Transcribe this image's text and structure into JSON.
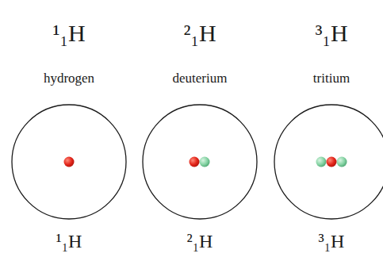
{
  "diagram": {
    "labels": [
      "¹₁H",
      "²₁H",
      "³₁H",
      "hydrogen",
      "deuterium",
      "tritium",
      "¹₁H",
      "²₁H",
      "³₁H"
    ]
  }
}
